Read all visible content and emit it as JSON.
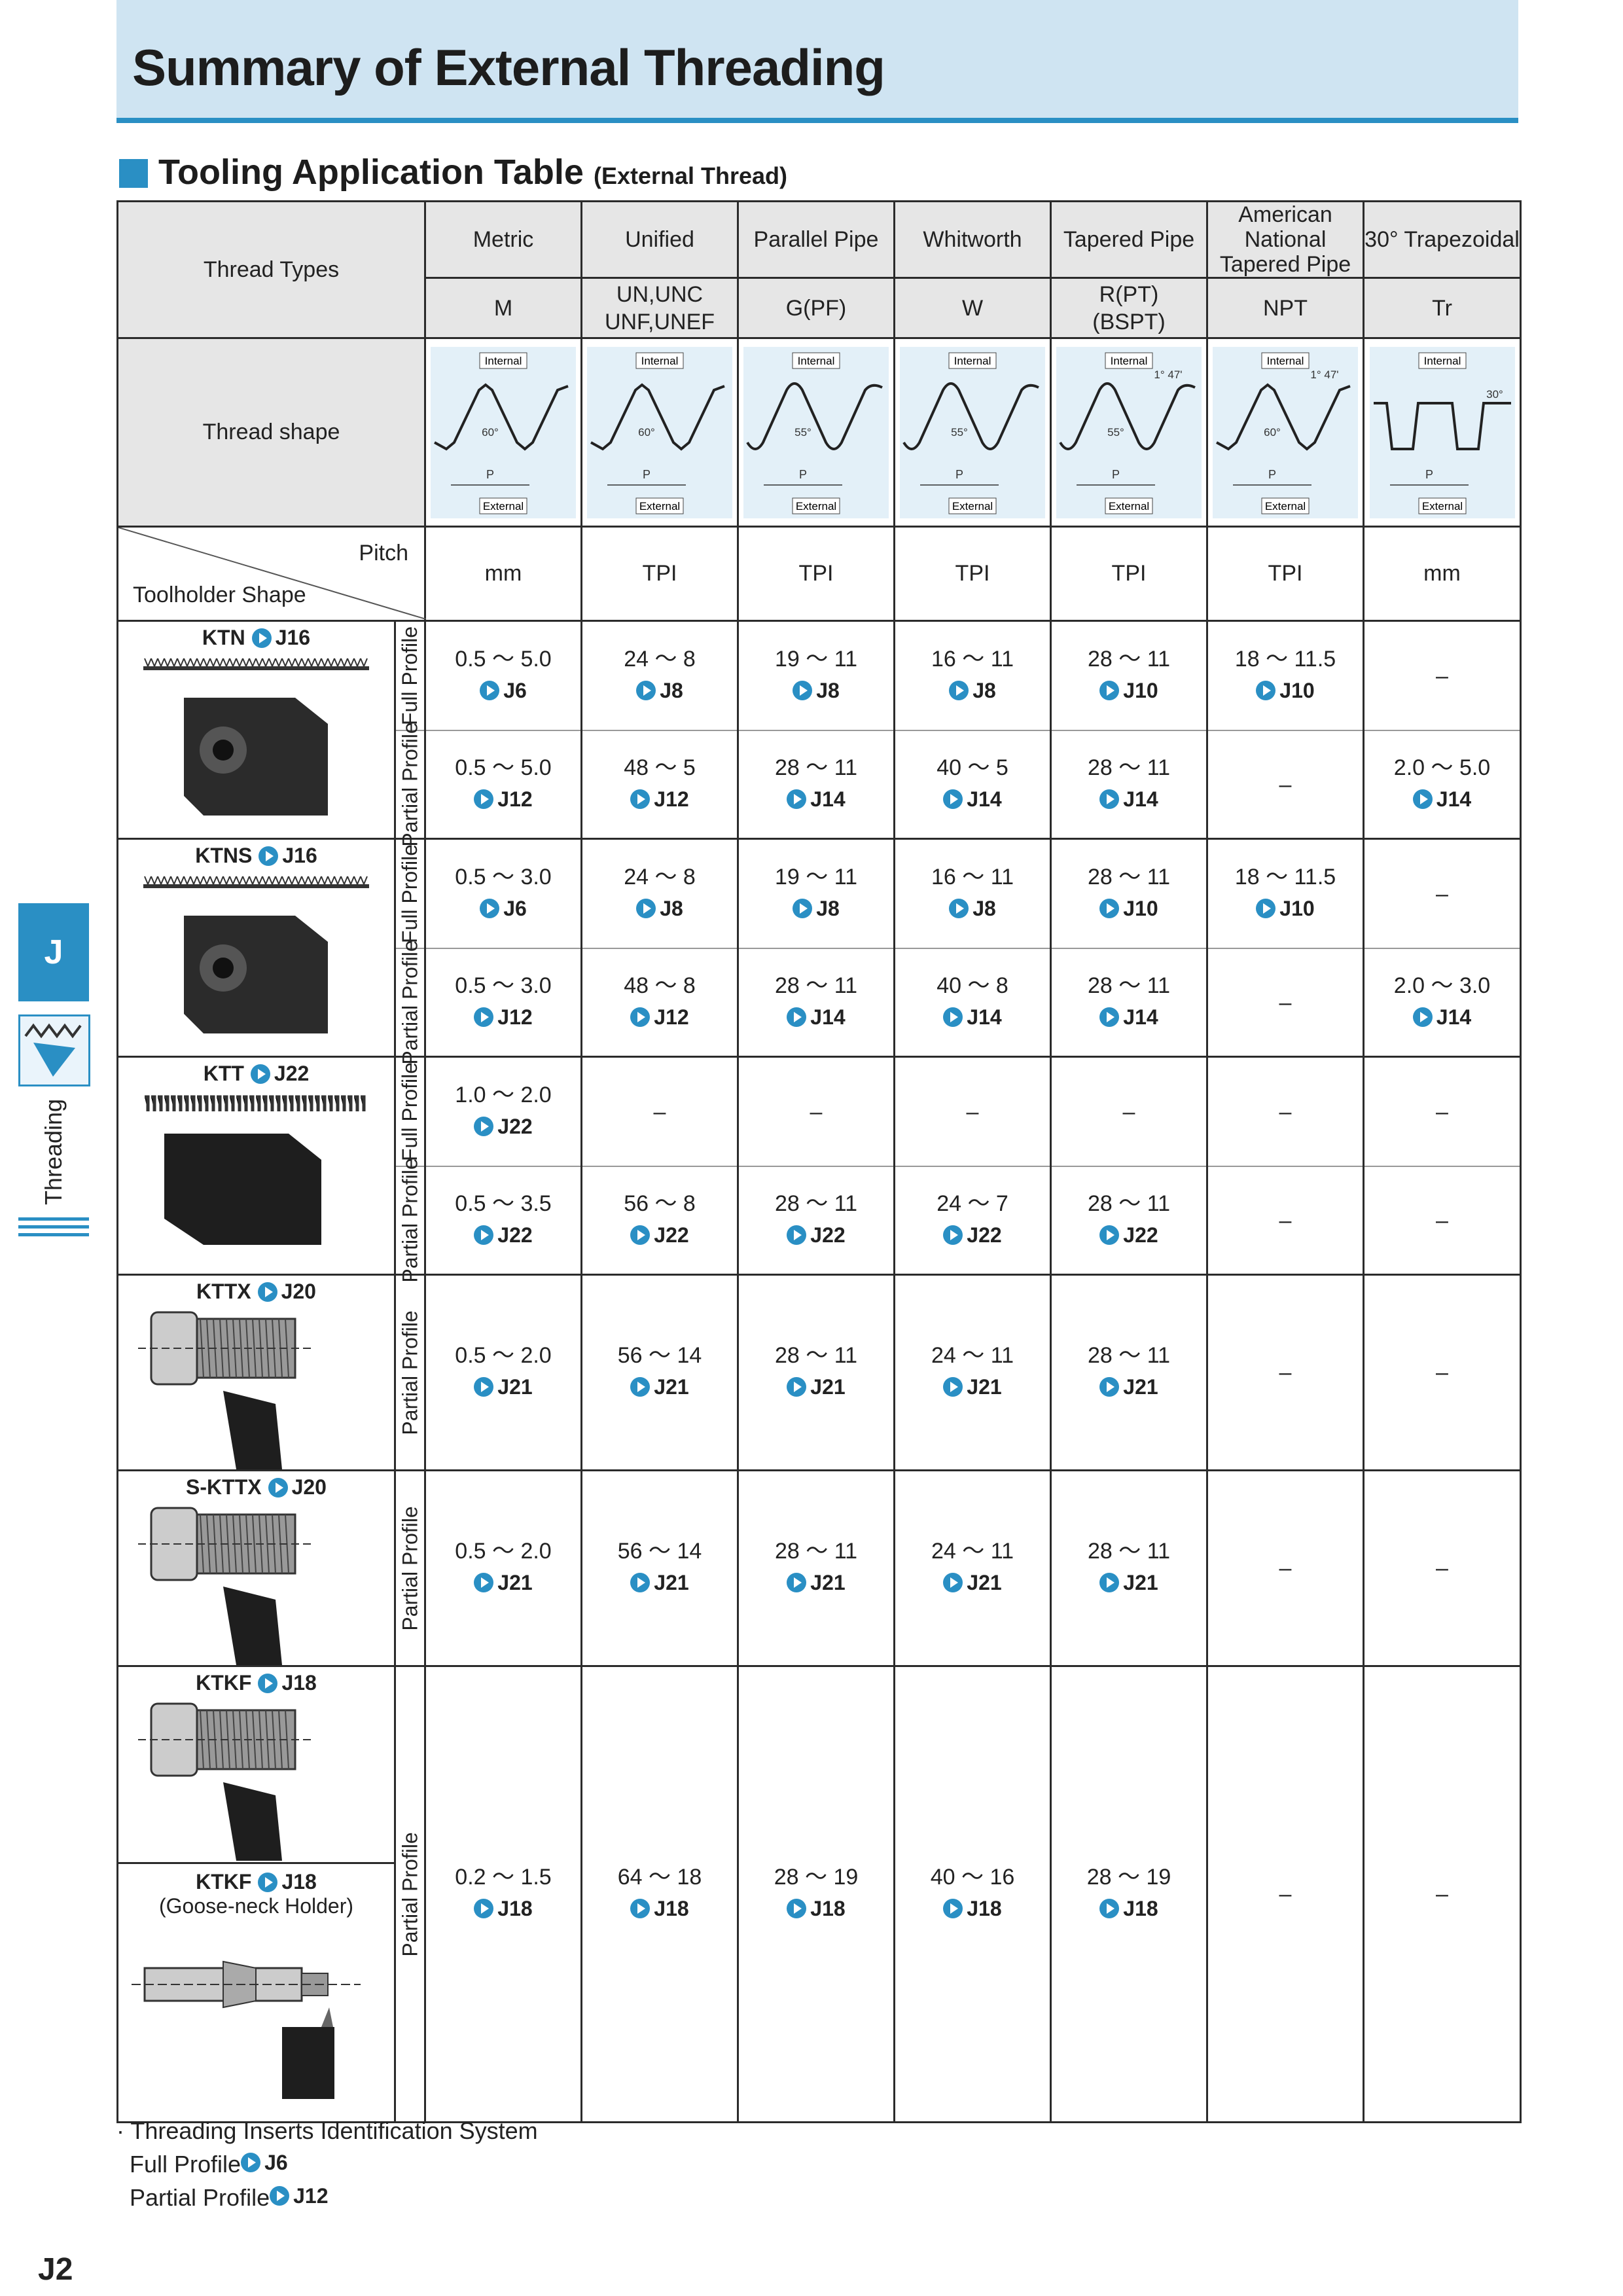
{
  "page": {
    "title": "Summary of External Threading",
    "number": "J2"
  },
  "section": {
    "title": "Tooling Application Table",
    "subtitle": "(External Thread)"
  },
  "side_tab": {
    "letter": "J",
    "label": "Threading"
  },
  "header": {
    "thread_types_label": "Thread Types",
    "thread_shape_label": "Thread shape",
    "pitch_label": "Pitch",
    "toolholder_label": "Toolholder Shape",
    "columns": [
      {
        "name": "Metric",
        "code": "M",
        "pitch": "mm",
        "angle": "60°"
      },
      {
        "name": "Unified",
        "code": "UN,UNC\nUNF,UNEF",
        "pitch": "TPI",
        "angle": "60°"
      },
      {
        "name": "Parallel Pipe",
        "code": "G(PF)",
        "pitch": "TPI",
        "angle": "55°"
      },
      {
        "name": "Whitworth",
        "code": "W",
        "pitch": "TPI",
        "angle": "55°"
      },
      {
        "name": "Tapered Pipe",
        "code": "R(PT)\n(BSPT)",
        "pitch": "TPI",
        "angle": "55°",
        "taper": "1° 47'"
      },
      {
        "name": "American National\nTapered Pipe",
        "code": "NPT",
        "pitch": "TPI",
        "angle": "60°",
        "taper": "1° 47'"
      },
      {
        "name": "30° Trapezoidal",
        "code": "Tr",
        "pitch": "mm",
        "angle": "30°"
      }
    ],
    "shape_labels": {
      "internal": "Internal",
      "external": "External",
      "pitch_mark": "P"
    }
  },
  "rows": [
    {
      "tool": "KTN",
      "ref": "J16",
      "profile": "Full Profile",
      "cells": [
        [
          "0.5 ～ 5.0",
          "J6"
        ],
        [
          "24 ～ 8",
          "J8"
        ],
        [
          "19 ～ 11",
          "J8"
        ],
        [
          "16 ～ 11",
          "J8"
        ],
        [
          "28 ～ 11",
          "J10"
        ],
        [
          "18 ～ 11.5",
          "J10"
        ],
        [
          "–",
          ""
        ]
      ]
    },
    {
      "tool": "",
      "ref": "",
      "profile": "Partial Profile",
      "cells": [
        [
          "0.5 ～ 5.0",
          "J12"
        ],
        [
          "48 ～ 5",
          "J12"
        ],
        [
          "28 ～ 11",
          "J14"
        ],
        [
          "40 ～ 5",
          "J14"
        ],
        [
          "28 ～ 11",
          "J14"
        ],
        [
          "–",
          ""
        ],
        [
          "2.0 ～ 5.0",
          "J14"
        ]
      ]
    },
    {
      "tool": "KTNS",
      "ref": "J16",
      "profile": "Full Profile",
      "cells": [
        [
          "0.5 ～ 3.0",
          "J6"
        ],
        [
          "24 ～ 8",
          "J8"
        ],
        [
          "19 ～ 11",
          "J8"
        ],
        [
          "16 ～ 11",
          "J8"
        ],
        [
          "28 ～ 11",
          "J10"
        ],
        [
          "18 ～ 11.5",
          "J10"
        ],
        [
          "–",
          ""
        ]
      ]
    },
    {
      "tool": "",
      "ref": "",
      "profile": "Partial Profile",
      "cells": [
        [
          "0.5 ～ 3.0",
          "J12"
        ],
        [
          "48 ～ 8",
          "J12"
        ],
        [
          "28 ～ 11",
          "J14"
        ],
        [
          "40 ～ 8",
          "J14"
        ],
        [
          "28 ～ 11",
          "J14"
        ],
        [
          "–",
          ""
        ],
        [
          "2.0 ～ 3.0",
          "J14"
        ]
      ]
    },
    {
      "tool": "KTT",
      "ref": "J22",
      "profile": "Full Profile",
      "cells": [
        [
          "1.0 ～ 2.0",
          "J22"
        ],
        [
          "–",
          ""
        ],
        [
          "–",
          ""
        ],
        [
          "–",
          ""
        ],
        [
          "–",
          ""
        ],
        [
          "–",
          ""
        ],
        [
          "–",
          ""
        ]
      ]
    },
    {
      "tool": "",
      "ref": "",
      "profile": "Partial Profile",
      "cells": [
        [
          "0.5 ～ 3.5",
          "J22"
        ],
        [
          "56 ～ 8",
          "J22"
        ],
        [
          "28 ～ 11",
          "J22"
        ],
        [
          "24 ～ 7",
          "J22"
        ],
        [
          "28 ～ 11",
          "J22"
        ],
        [
          "–",
          ""
        ],
        [
          "–",
          ""
        ]
      ]
    },
    {
      "tool": "KTTX",
      "ref": "J20",
      "profile": "Partial Profile",
      "cells": [
        [
          "0.5 ～ 2.0",
          "J21"
        ],
        [
          "56 ～ 14",
          "J21"
        ],
        [
          "28 ～ 11",
          "J21"
        ],
        [
          "24 ～ 11",
          "J21"
        ],
        [
          "28 ～ 11",
          "J21"
        ],
        [
          "–",
          ""
        ],
        [
          "–",
          ""
        ]
      ]
    },
    {
      "tool": "S-KTTX",
      "ref": "J20",
      "profile": "Partial Profile",
      "cells": [
        [
          "0.5 ～ 2.0",
          "J21"
        ],
        [
          "56 ～ 14",
          "J21"
        ],
        [
          "28 ～ 11",
          "J21"
        ],
        [
          "24 ～ 11",
          "J21"
        ],
        [
          "28 ～ 11",
          "J21"
        ],
        [
          "–",
          ""
        ],
        [
          "–",
          ""
        ]
      ]
    },
    {
      "tool": "KTKF",
      "ref": "J18",
      "tool2": "KTKF",
      "ref2": "J18",
      "tool2_note": "(Goose-neck Holder)",
      "profile": "Partial Profile",
      "cells": [
        [
          "0.2 ～ 1.5",
          "J18"
        ],
        [
          "64 ～ 18",
          "J18"
        ],
        [
          "28 ～ 19",
          "J18"
        ],
        [
          "40 ～ 16",
          "J18"
        ],
        [
          "28 ～ 19",
          "J18"
        ],
        [
          "–",
          ""
        ],
        [
          "–",
          ""
        ]
      ]
    }
  ],
  "footnote": {
    "title": "· Threading Inserts Identification System",
    "full_label": "Full Profile",
    "full_ref": "J6",
    "partial_label": "Partial Profile",
    "partial_ref": "J12"
  },
  "colors": {
    "accent": "#2a8fc4",
    "header_band": "#cfe4f2",
    "gray_cell": "#e6e6e6"
  }
}
